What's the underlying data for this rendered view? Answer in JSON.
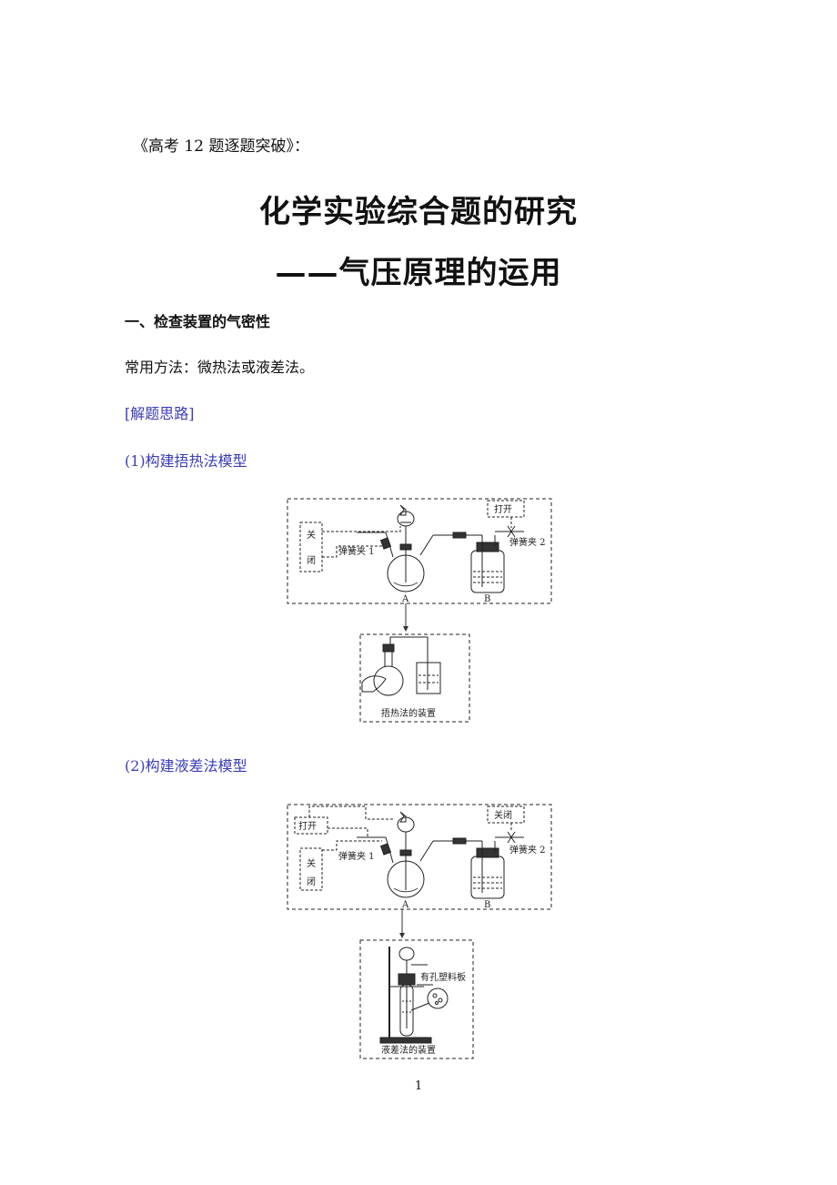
{
  "header": {
    "series_title": "《高考 12 题逐题突破》：",
    "title_line1": "化学实验综合题的研究",
    "title_line2": "——气压原理的运用"
  },
  "section1": {
    "heading": "一、检查装置的气密性",
    "methods": "常用方法：微热法或液差法。",
    "thinking_label": "[解题思路]",
    "model1_label": "(1)构建捂热法模型",
    "model2_label": "(2)构建液差法模型"
  },
  "figure1": {
    "closed_label": "关闭",
    "open_label": "打开",
    "clamp1": "弹簧夹 1",
    "clamp2": "弹簧夹 2",
    "flask_a": "A",
    "bottle_b": "B",
    "caption": "捂热法的装置"
  },
  "figure2": {
    "open_label": "打开",
    "closed_label_left": "关闭",
    "closed_label_right": "关闭",
    "clamp1": "弹簧夹 1",
    "clamp2": "弹簧夹 2",
    "flask_a": "A",
    "bottle_b": "B",
    "plate_label": "有孔塑料板",
    "caption": "液差法的装置"
  },
  "footer": {
    "page_number": "1"
  }
}
